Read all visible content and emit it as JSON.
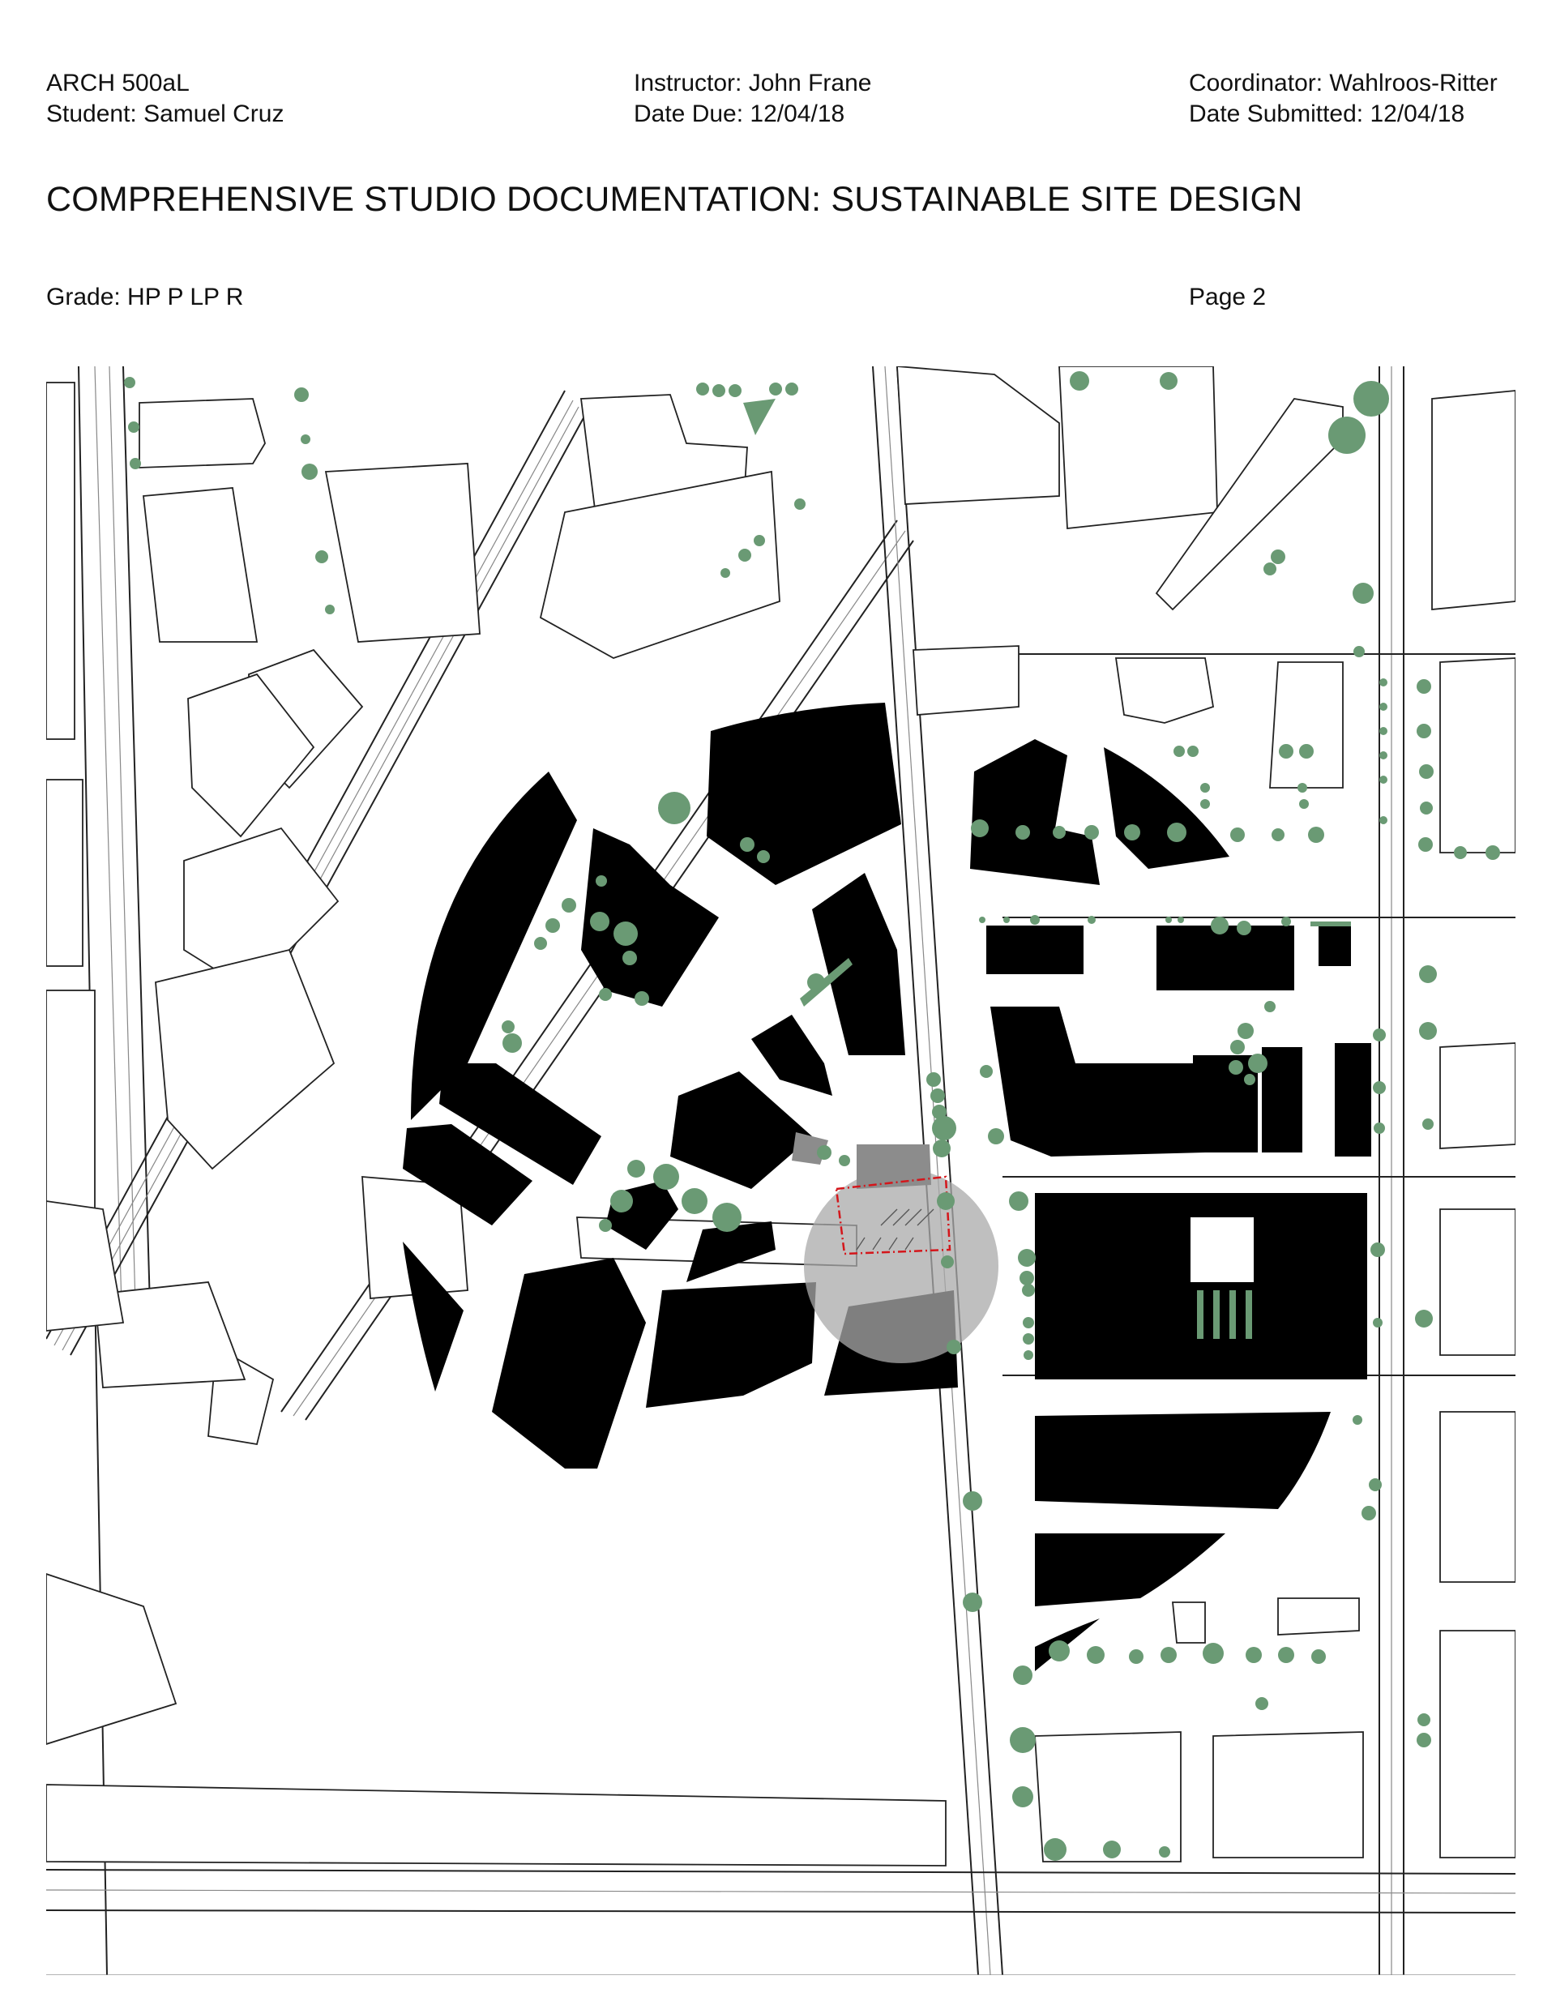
{
  "header": {
    "course": "ARCH 500aL",
    "student": "Student:  Samuel Cruz",
    "instructor": "Instructor:  John Frane",
    "date_due": "Date Due:  12/04/18",
    "coordinator": "Coordinator: Wahlroos-Ritter",
    "date_submitted": "Date Submitted: 12/04/18"
  },
  "title": "COMPREHENSIVE STUDIO DOCUMENTATION: SUSTAINABLE SITE DESIGN",
  "grade": "Grade: HP P LP R",
  "page": "Page 2",
  "colors": {
    "buildings": "#000000",
    "trees": "#6a9a74",
    "site_boundary": "#d4161b",
    "plaza": "#a9a9a9"
  }
}
